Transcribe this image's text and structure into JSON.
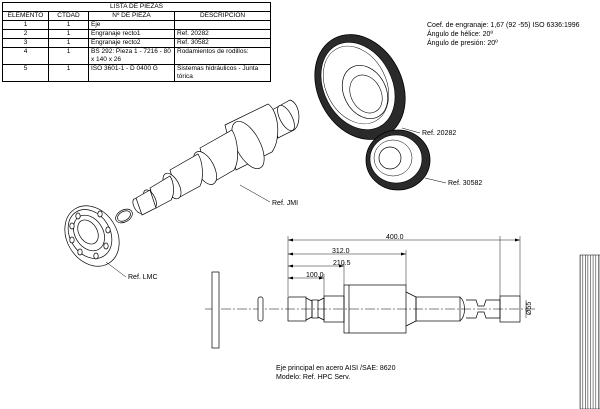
{
  "parts_list": {
    "caption": "LISTA DE PIEZAS",
    "columns": [
      "ELEMENTO",
      "CTDAD",
      "Nº DE PIEZA",
      "DESCRIPCIÓN"
    ],
    "rows": [
      {
        "item": "1",
        "qty": "1",
        "part_number": "Eje",
        "description": ""
      },
      {
        "item": "2",
        "qty": "1",
        "part_number": "Engranaje recto1",
        "description": "Ref. 20282"
      },
      {
        "item": "3",
        "qty": "1",
        "part_number": "Engranaje recto2",
        "description": "Ref. 30582"
      },
      {
        "item": "4",
        "qty": "1",
        "part_number": "BS 292: Pieza 1 - 7216 - 80 x 140 x 26",
        "description": "Rodamientos de rodillos:"
      },
      {
        "item": "5",
        "qty": "1",
        "part_number": "ISO 3601-1 - D 0400 G",
        "description": "Sistemas hidráulicos - Junta tórica"
      }
    ]
  },
  "gear_notes": {
    "line1": "Coef. de engranaje: 1,67 (92 -55) ISO 6336:1996",
    "line2": "Ángulo de hélice: 20º",
    "line3": "Ángulo de presión: 20º"
  },
  "callouts": {
    "gear_large": "Ref. 20282",
    "gear_small": "Ref. 30582",
    "shaft": "Ref. JMI",
    "bearing": "Ref. LMC"
  },
  "dimensions": {
    "overall": "400.0",
    "d2": "312.0",
    "d3": "210.5",
    "d4": "100.0",
    "diameter": "Ø55"
  },
  "notes": {
    "line1": "Eje principal en acero AISI /SAE: 8620",
    "line2": "Modelo: Ref. HPC Serv."
  },
  "colors": {
    "line": "#000000",
    "fill": "#ffffff",
    "gear_teeth": "#333333"
  }
}
